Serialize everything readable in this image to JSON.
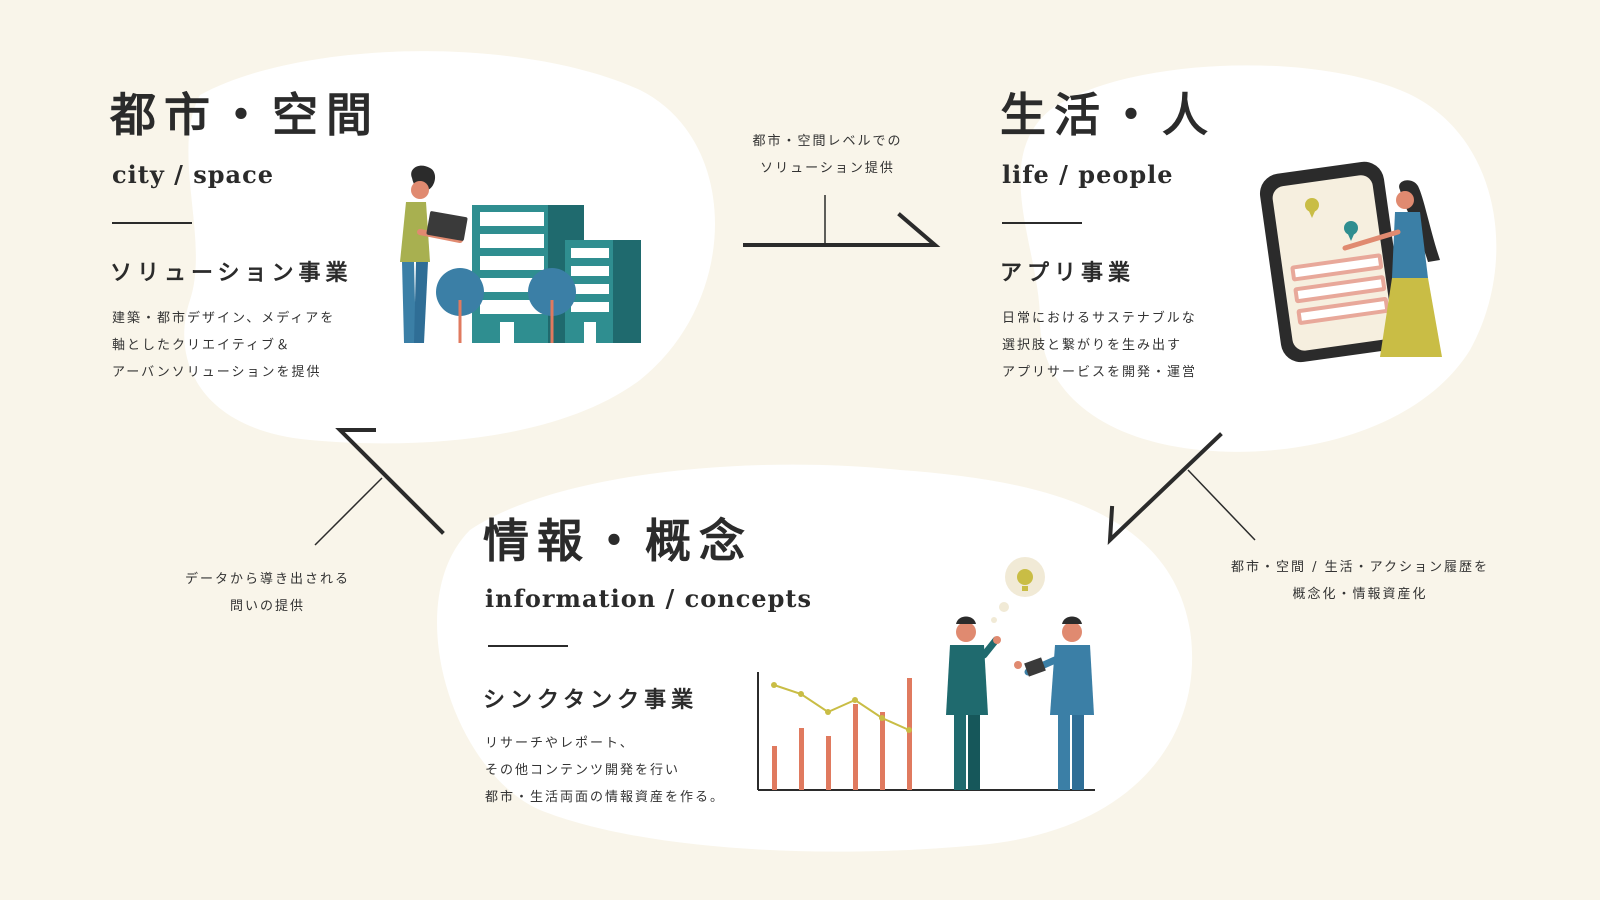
{
  "colors": {
    "background": "#f9f5ea",
    "blob": "#ffffff",
    "ink": "#2b2b2b",
    "teal_dark": "#1f6a6e",
    "teal": "#2f8e90",
    "blue": "#3b7fa6",
    "salmon": "#e07a5f",
    "mustard": "#c9bd45",
    "olive": "#a8b050"
  },
  "sections": {
    "city": {
      "title": "都市・空間",
      "subtitle": "city / space",
      "business": "ソリューション事業",
      "description": [
        "建築・都市デザイン、メディアを",
        "軸としたクリエイティブ＆",
        "アーバンソリューションを提供"
      ],
      "illustration": "person-with-tablet-and-buildings"
    },
    "life": {
      "title": "生活・人",
      "subtitle": "life / people",
      "business": "アプリ事業",
      "description": [
        "日常におけるサステナブルな",
        "選択肢と繋がりを生み出す",
        "アプリサービスを開発・運営"
      ],
      "illustration": "woman-with-smartphone"
    },
    "info": {
      "title": "情報・概念",
      "subtitle": "information / concepts",
      "business": "シンクタンク事業",
      "description": [
        "リサーチやレポート、",
        "その他コンテンツ開発を行い",
        "都市・生活両面の情報資産を作る。"
      ],
      "illustration": "chart-and-two-businessmen"
    }
  },
  "flows": {
    "city_to_life": [
      "都市・空間レベルでの",
      "ソリューション提供"
    ],
    "life_to_info": [
      "都市・空間 / 生活・アクション履歴を",
      "概念化・情報資産化"
    ],
    "info_to_city": [
      "データから導き出される",
      "問いの提供"
    ]
  },
  "icons": [
    "arrow-right-icon",
    "arrow-down-left-icon",
    "arrow-up-left-icon",
    "lightbulb-icon",
    "map-pin-icon"
  ]
}
